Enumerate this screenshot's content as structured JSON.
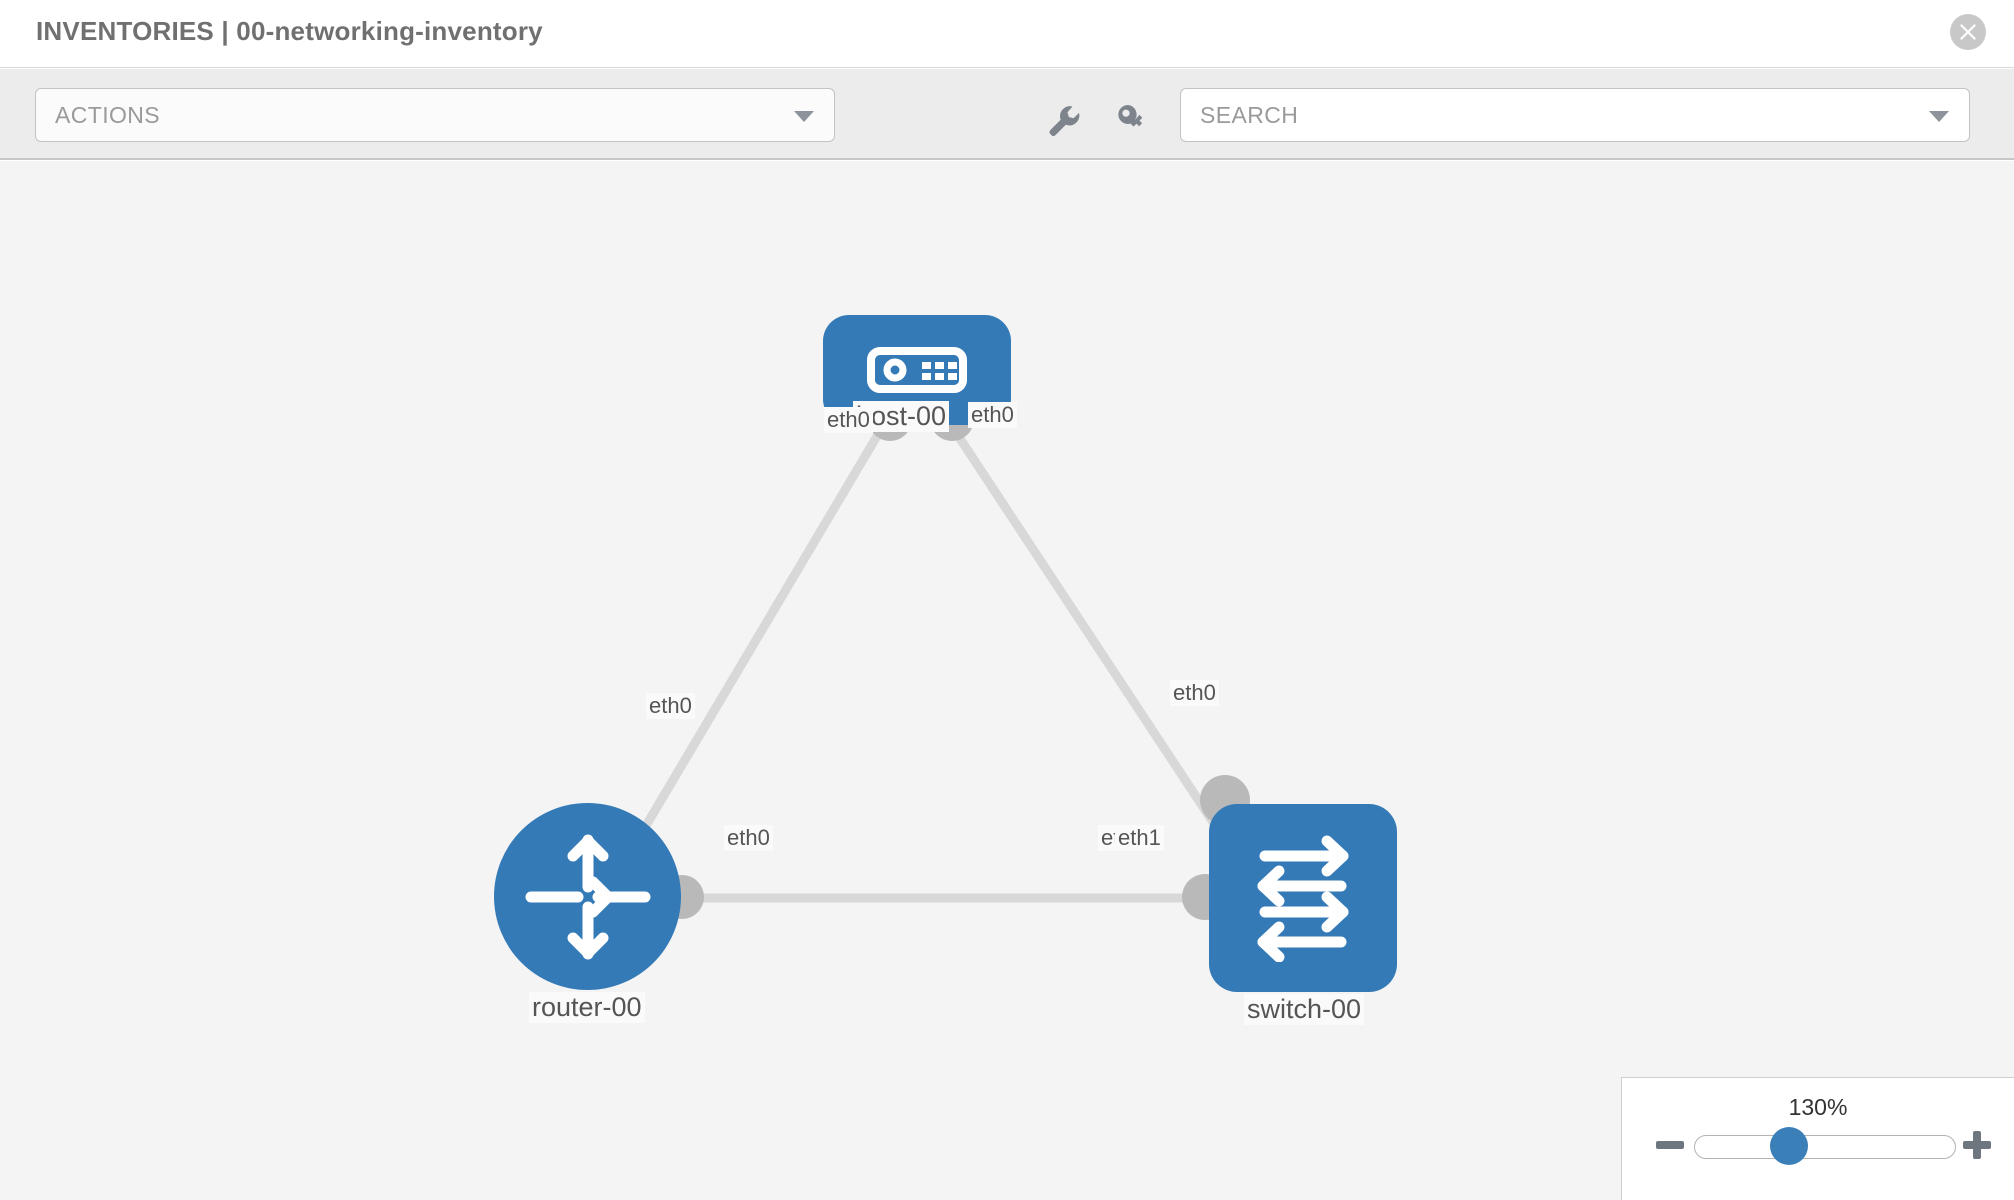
{
  "header": {
    "title": "INVENTORIES | 00-networking-inventory",
    "close_icon": "close-circle-icon"
  },
  "toolbar": {
    "actions_label": "ACTIONS",
    "actions_caret": "chevron-down-icon",
    "wrench_icon": "wrench-icon",
    "key_icon": "key-icon",
    "search_placeholder": "SEARCH",
    "search_value": "SEARCH",
    "search_caret": "chevron-down-icon"
  },
  "topology": {
    "nodes": [
      {
        "id": "host-00",
        "label": "host-00",
        "type": "host",
        "icon": "server-icon",
        "color": "#337ab7"
      },
      {
        "id": "router-00",
        "label": "router-00",
        "type": "router",
        "icon": "router-arrows-icon",
        "color": "#337ab7"
      },
      {
        "id": "switch-00",
        "label": "switch-00",
        "type": "switch",
        "icon": "switch-arrows-icon",
        "color": "#337ab7"
      }
    ],
    "edge_labels": {
      "host_left": "eth0",
      "host_right": "eth0",
      "router_up": "eth0",
      "switch_up": "eth0",
      "router_right": "eth0",
      "switch_left_under": "eth0",
      "switch_left": "eth1"
    },
    "link_color": "#d8d8d8"
  },
  "zoom": {
    "value": "130%",
    "minus_icon": "minus-icon",
    "plus_icon": "plus-icon"
  }
}
